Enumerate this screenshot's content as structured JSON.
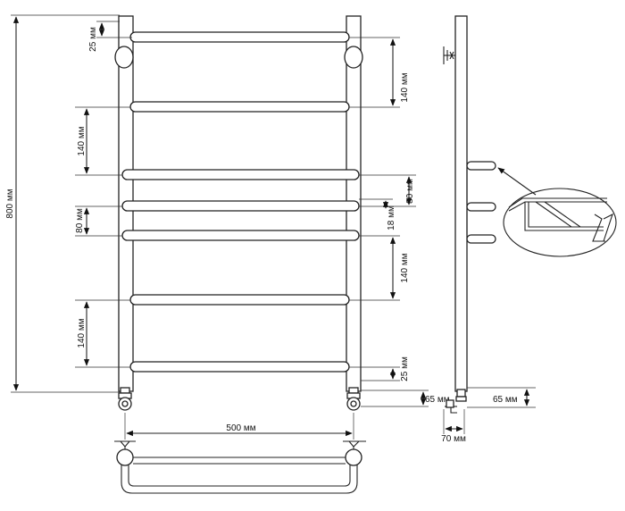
{
  "dimensions": {
    "total_height": "800 мм",
    "top_offset": "25 мм",
    "left_upper_gap": "140 мм",
    "left_middle_gap": "80 мм",
    "left_lower_gap": "140 мм",
    "right_upper_gap": "140 мм",
    "right_middle_gap": "80 мм",
    "right_step": "18 мм",
    "right_lower_gap": "140 мм",
    "bottom_offset": "25 мм",
    "connection_drop_front": "65 мм",
    "connection_drop_side": "65 мм",
    "wall_distance": "70 мм",
    "width": "500 мм"
  },
  "colors": {
    "line": "#222222",
    "background": "#ffffff"
  }
}
